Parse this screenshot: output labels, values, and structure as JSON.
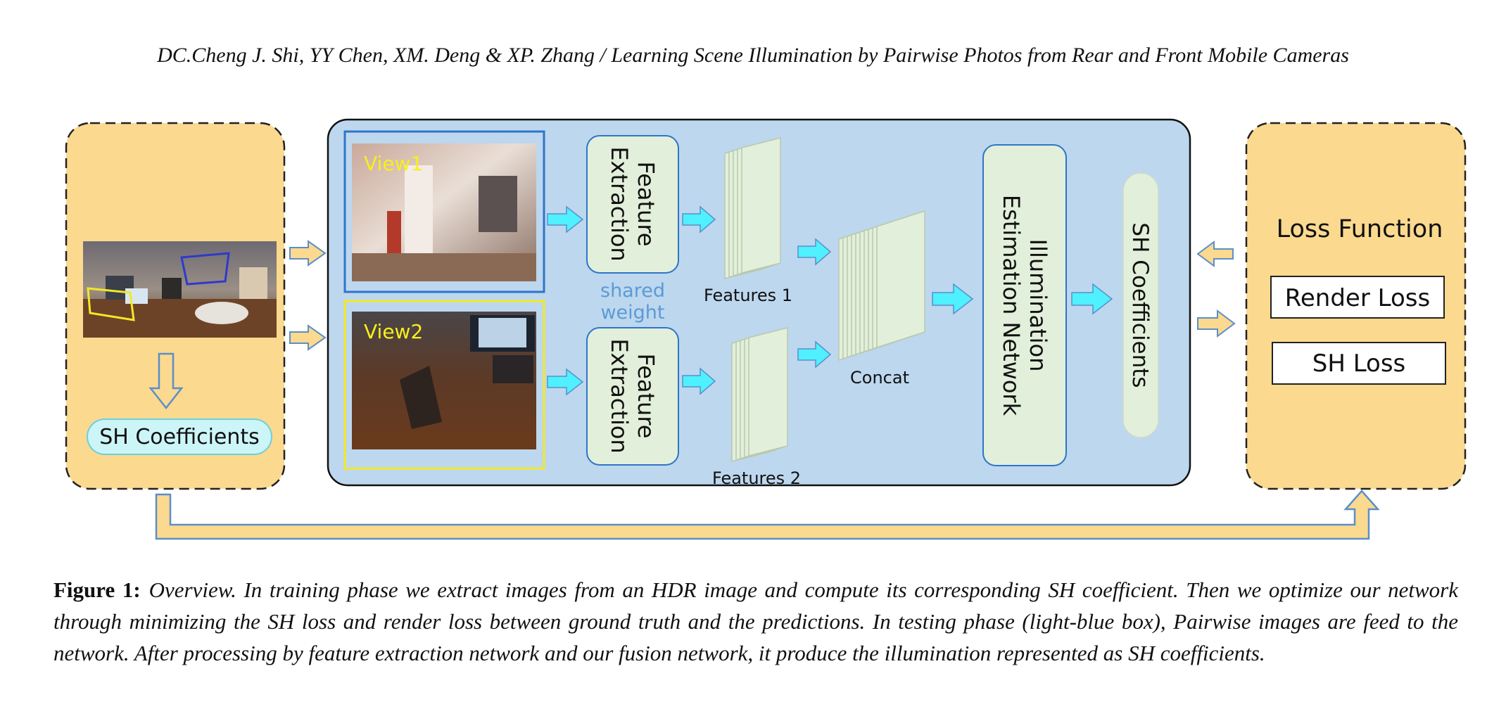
{
  "header": {
    "text": "DC.Cheng J. Shi, YY Chen, XM. Deng & XP. Zhang / Learning Scene Illumination by Pairwise Photos from Rear and Front Mobile Cameras"
  },
  "diagram": {
    "left_panel": {
      "sh_label": "SH Coefficients"
    },
    "views": {
      "view1": "View1",
      "view2": "View2"
    },
    "feature_extraction": {
      "line1": "Feature",
      "line2": "Extraction"
    },
    "shared_weight": {
      "line1": "shared",
      "line2": "weight"
    },
    "features1": "Features 1",
    "features2": "Features 2",
    "concat": "Concat",
    "illumination": {
      "line1": "Illumination",
      "line2": "Estimation Network"
    },
    "sh_output": "SH Coefficients",
    "loss": {
      "title": "Loss Function",
      "render": "Render Loss",
      "sh": "SH Loss"
    },
    "colors": {
      "panel_yellow": "#fbd98f",
      "panel_blue": "#bdd7ee",
      "module_green": "#e2efda",
      "arrow_cyan": "#4ff0ff",
      "view1_border": "#2f75c9",
      "view2_border": "#f3e826",
      "view_label": "#f7ef1e",
      "shared_weight": "#5b9bd5"
    }
  },
  "caption": {
    "label": "Figure 1:",
    "text": "Overview. In training phase we extract images from an HDR image and compute its corresponding SH coefficient. Then we optimize our network through minimizing the SH loss and render loss between ground truth and the predictions. In testing phase (light-blue box), Pairwise images are feed to the network. After processing by feature extraction network and our fusion network, it produce the illumination represented as SH coefficients."
  }
}
